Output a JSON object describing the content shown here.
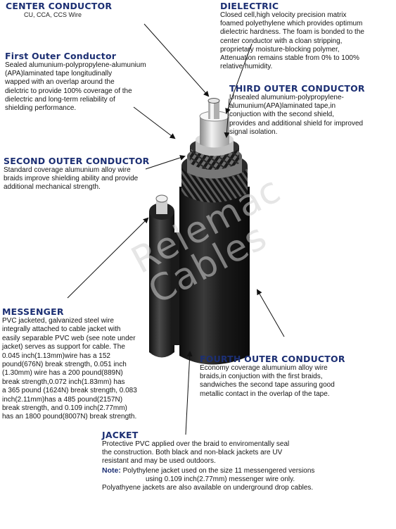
{
  "center_conductor": {
    "title": "CENTER CONDUCTOR",
    "subtitle": "CU, CCA, CCS Wire"
  },
  "dielectric": {
    "title": "DIELECTRIC",
    "lines": [
      "Closed cell,high velocity precision matrix",
      "foamed polyethylene which provides optimum",
      "dielectric hardness. The foam is bonded to the",
      "center conductor with a cloan stripping,",
      "proprietary moisture-blocking polymer,",
      "Attenuation remains stable from 0% to 100%",
      "relative humidity."
    ]
  },
  "first_outer": {
    "title": "First Outer Conductor",
    "lines": [
      "Sealed alumunium-polypropylene-alumunium",
      "(APA)laminated tape longitudinally",
      "wapped with an overlap around the",
      "dielctric to provide 100% coverage of the",
      "dielectric and long-term reliability of",
      "shielding performance."
    ]
  },
  "third_outer": {
    "title": "THIRD OUTER CONDUCTOR",
    "lines": [
      "Unsealed alumunium-polypropylene-",
      "alumunium(APA)laminated tape,in",
      "conjuction with the second shield,",
      "provides and additional shield for improved",
      "signal isolation."
    ]
  },
  "second_outer": {
    "title": "SECOND OUTER CONDUCTOR",
    "lines": [
      "Standard coverage alumunium alloy wire",
      "braids improve shielding ability and provide",
      "additional mechanical strength."
    ]
  },
  "watermark": {
    "line1": "Relemac",
    "line2": "Cables"
  },
  "messenger": {
    "title": "MESSENGER",
    "lines": [
      "PVC jacketed, galvanized steel wire",
      "integrally attached to cable jacket with",
      "easily separable PVC web (see note under",
      "jacket) serves as support for cable. The",
      "0.045 inch(1.13mm)wire has a 152",
      "pound(676N) break strength, 0.051 inch",
      "(1.30mm) wire has a 200 pound(889N)",
      "break strength,0.072 inch(1.83mm) has",
      "a 365 pound (1624N) break strength, 0.083",
      "inch(2.11mm)has a 485 pound(2157N)",
      "break strength, and 0.109 inch(2.77mm)",
      "has an 1800 pound(8007N) break strength."
    ]
  },
  "fourth_outer": {
    "title": "FOURTH OUTER CONDUCTOR",
    "lines": [
      "Economy coverage alumunium alloy wire",
      "braids,in conjuction with the first braids,",
      "sandwiches the second tape assuring good",
      "metallic contact in the overlap of the tape."
    ]
  },
  "jacket": {
    "title": "JACKET",
    "lines": [
      "Protective PVC applied over the braid to enviromentally seal",
      "the construction. Both black and non-black jackets are UV",
      "resistant and may be used outdoors."
    ],
    "note_label": "Note:",
    "note_lines": [
      "Polythylene jacket used on the size 11 messengered versions",
      "using 0.109 inch(2.77mm) messenger wire only.",
      "Polyathyene jackets are also available on underground drop cables."
    ]
  }
}
